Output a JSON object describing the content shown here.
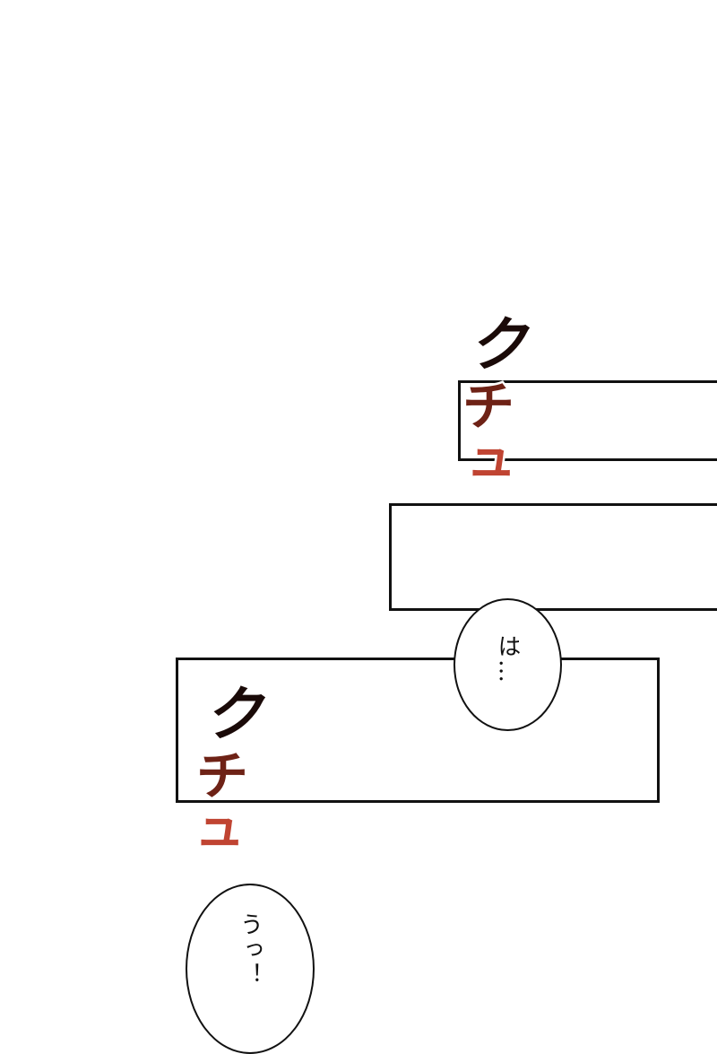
{
  "colors": {
    "background": "#ffffff",
    "panel_border": "#111111",
    "sfx_top": "#1a0a08",
    "sfx_mid": "#6e2216",
    "sfx_bottom": "#c04432"
  },
  "sound_effects": [
    {
      "chars": [
        "ク",
        "チ",
        "ュ"
      ]
    },
    {
      "chars": [
        "ク",
        "チ",
        "ュ"
      ]
    }
  ],
  "speech_bubbles": [
    {
      "text": "は…"
    },
    {
      "text": "うっ！"
    }
  ]
}
